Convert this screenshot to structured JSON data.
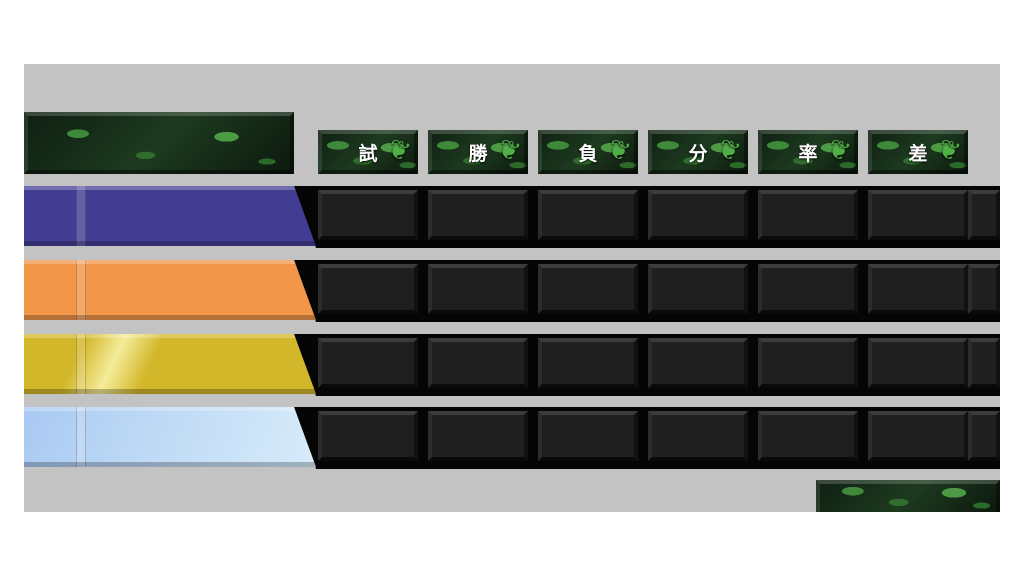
{
  "columns": [
    "試",
    "勝",
    "負",
    "分",
    "率",
    "差"
  ],
  "rows": [
    {
      "team_color": "#433c93",
      "team_label": "",
      "values": [
        "",
        "",
        "",
        "",
        "",
        ""
      ]
    },
    {
      "team_color": "#f2964a",
      "team_label": "",
      "values": [
        "",
        "",
        "",
        "",
        "",
        ""
      ]
    },
    {
      "team_color": "#d3b72a",
      "team_label": "",
      "values": [
        "",
        "",
        "",
        "",
        "",
        ""
      ]
    },
    {
      "team_color": "#bcd8f5",
      "team_label": "",
      "values": [
        "",
        "",
        "",
        "",
        "",
        ""
      ]
    }
  ],
  "colors": {
    "board": "#c3c3c3",
    "cell": "#1f1f1f",
    "header_plate": "leaf-pattern-dark-green"
  }
}
